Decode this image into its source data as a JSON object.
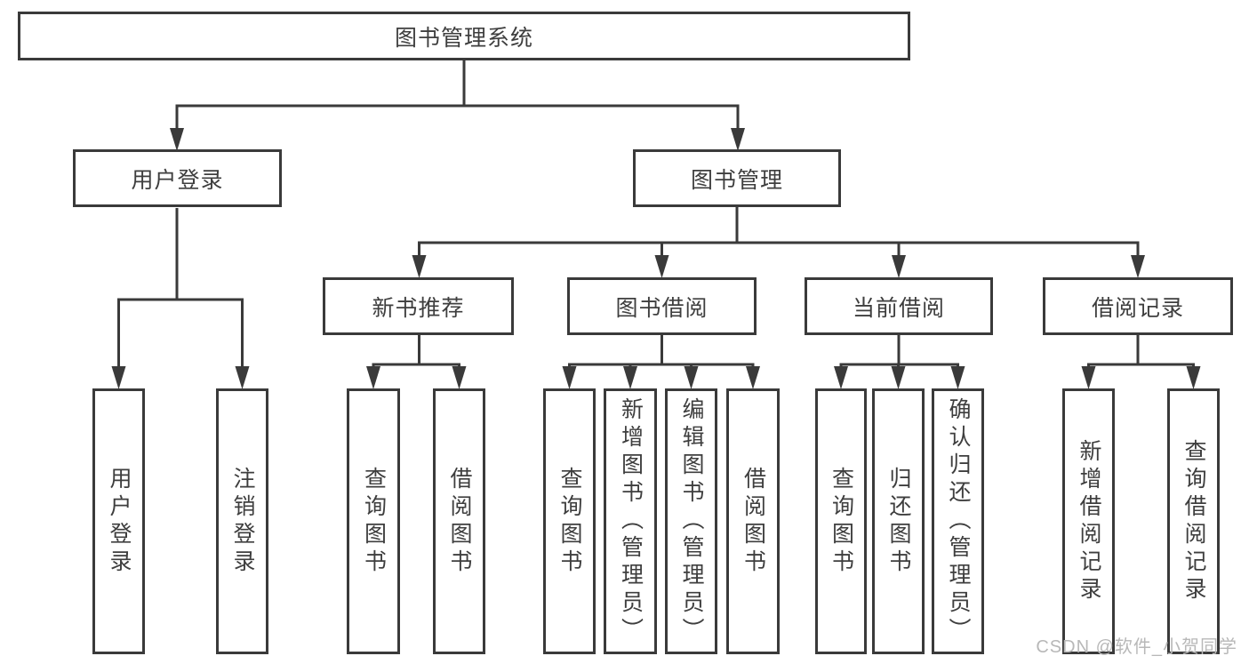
{
  "diagram": {
    "root": {
      "label": "图书管理系统"
    },
    "level2": {
      "user_login": {
        "label": "用户登录"
      },
      "book_mgmt": {
        "label": "图书管理"
      }
    },
    "level3": {
      "new_books": {
        "label": "新书推荐"
      },
      "borrowing": {
        "label": "图书借阅"
      },
      "current": {
        "label": "当前借阅"
      },
      "records": {
        "label": "借阅记录"
      }
    },
    "level4": {
      "login_1": {
        "label": "用户登录"
      },
      "login_2": {
        "label": "注销登录"
      },
      "new_1": {
        "label": "查询图书"
      },
      "new_2": {
        "label": "借阅图书"
      },
      "bor_1": {
        "label": "查询图书"
      },
      "bor_2": {
        "label": "新增图书（管理员）"
      },
      "bor_3": {
        "label": "编辑图书（管理员）"
      },
      "bor_4": {
        "label": "借阅图书"
      },
      "cur_1": {
        "label": "查询图书"
      },
      "cur_2": {
        "label": "归还图书"
      },
      "cur_3": {
        "label": "确认归还（管理员）"
      },
      "rec_1": {
        "label": "新增借阅记录"
      },
      "rec_2": {
        "label": "查询借阅记录"
      }
    }
  },
  "watermark": {
    "text": "CSDN @软件_小贺同学"
  },
  "colors": {
    "line": "#3a3a3a",
    "text": "#3e3e3e",
    "watermark": "#b8b8b8",
    "background": "#ffffff"
  }
}
